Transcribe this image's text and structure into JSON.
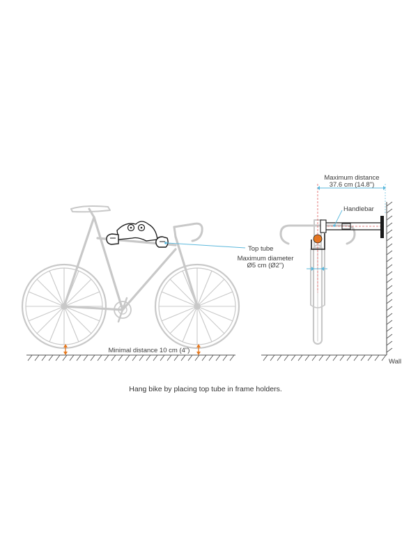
{
  "labels": {
    "max_distance_title": "Maximum distance",
    "max_distance_value": "37.6 cm (14.8\")",
    "handlebar": "Handlebar",
    "top_tube": "Top tube",
    "max_diameter_title": "Maximum diameter",
    "max_diameter_value": "Ø5 cm (Ø2\")",
    "min_distance": "Minimal distance 10 cm (4\")",
    "wall": "Wall"
  },
  "caption": "Hang bike by placing top tube in frame holders.",
  "colors": {
    "bike_outline": "#c8c8c8",
    "dimension_line": "#5bb8dc",
    "arrow_accent": "#e6781e",
    "holder_dark": "#1a1a1a",
    "ground_hatch": "#555555"
  }
}
